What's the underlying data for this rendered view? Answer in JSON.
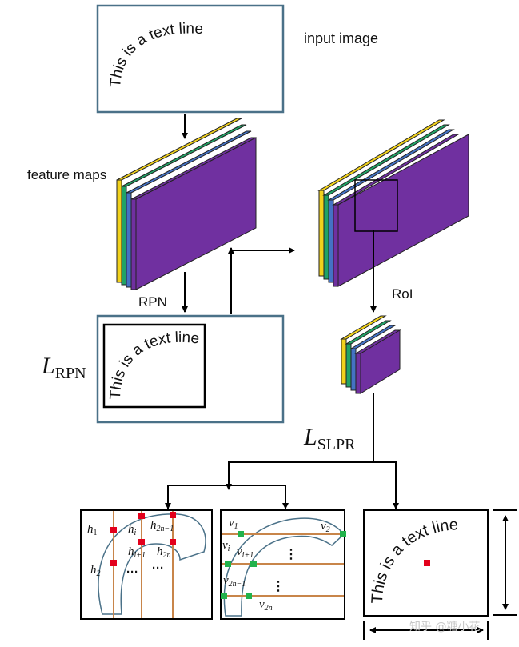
{
  "labels": {
    "input_image": "input image",
    "feature_maps": "feature maps",
    "rpn": "RPN",
    "roi": "RoI",
    "curved_text": "This is a text line",
    "l_rpn_main": "L",
    "l_rpn_sub": "RPN",
    "l_slpr_main": "L",
    "l_slpr_sub": "SLPR",
    "dots": "···",
    "dots_v": "⋮"
  },
  "h_labels": {
    "h1": "h",
    "h1_sub": "1",
    "hi": "h",
    "hi_sub": "i",
    "h2n1": "h",
    "h2n1_sub": "2n−1",
    "hi1": "h",
    "hi1_sub": "i+1",
    "h2n": "h",
    "h2n_sub": "2n",
    "h2": "h",
    "h2_sub": "2"
  },
  "v_labels": {
    "v1": "v",
    "v1_sub": "1",
    "v2": "v",
    "v2_sub": "2",
    "vi": "v",
    "vi_sub": "i",
    "vi1": "v",
    "vi1_sub": "i+1",
    "v2n1": "v",
    "v2n1_sub": "2n−1",
    "v2n": "v",
    "v2n_sub": "2n"
  },
  "watermark": "知乎 @糖小花",
  "colors": {
    "box_border": "#4a7188",
    "purple": "#7030a0",
    "blue": "#4472c4",
    "green": "#21a366",
    "yellow": "#f2d21c",
    "orange_line": "#c8854a",
    "red_point": "#e3001b",
    "green_point": "#22b24c",
    "text_line_band": "#4a7188"
  }
}
